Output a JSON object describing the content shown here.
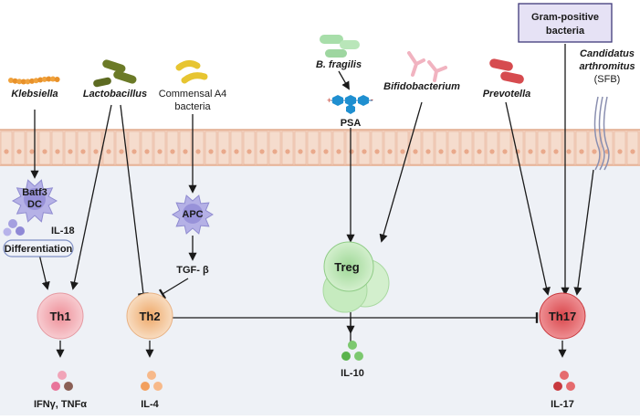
{
  "bacteria": {
    "klebsiella": "Klebsiella",
    "lactobacillus": "Lactobacillus",
    "commensal_line1": "Commensal A4",
    "commensal_line2": "bacteria",
    "b_fragilis": "B. fragilis",
    "bifidobacterium": "Bifidobacterium",
    "prevotella": "Prevotella",
    "gram_positive_line1": "Gram-positive",
    "gram_positive_line2": "bacteria",
    "sfb_line1": "Candidatus",
    "sfb_line2": "arthromitus",
    "sfb_line3": "(SFB)"
  },
  "molecules": {
    "psa": "PSA",
    "il18": "IL-18",
    "tgf_beta": "TGF- β",
    "differentiation": "Differentiation"
  },
  "cells": {
    "batf3_line1": "Batf3",
    "batf3_line2": "DC",
    "apc": "APC",
    "treg": "Treg",
    "th1": "Th1",
    "th2": "Th2",
    "th17": "Th17"
  },
  "cytokines": {
    "th1_out": "IFNγ, TNFα",
    "th2_out": "IL-4",
    "treg_out": "IL-10",
    "th17_out": "IL-17"
  },
  "colors": {
    "epithelium": "#f3d2bf",
    "lamina": "#eef1f6",
    "th1": "#f4b9bf",
    "th2": "#f5c9a2",
    "treg": "#b9e4b0",
    "th17": "#e6666b",
    "apc": "#a9a3dd",
    "gram_box": "#e6e2f5"
  }
}
